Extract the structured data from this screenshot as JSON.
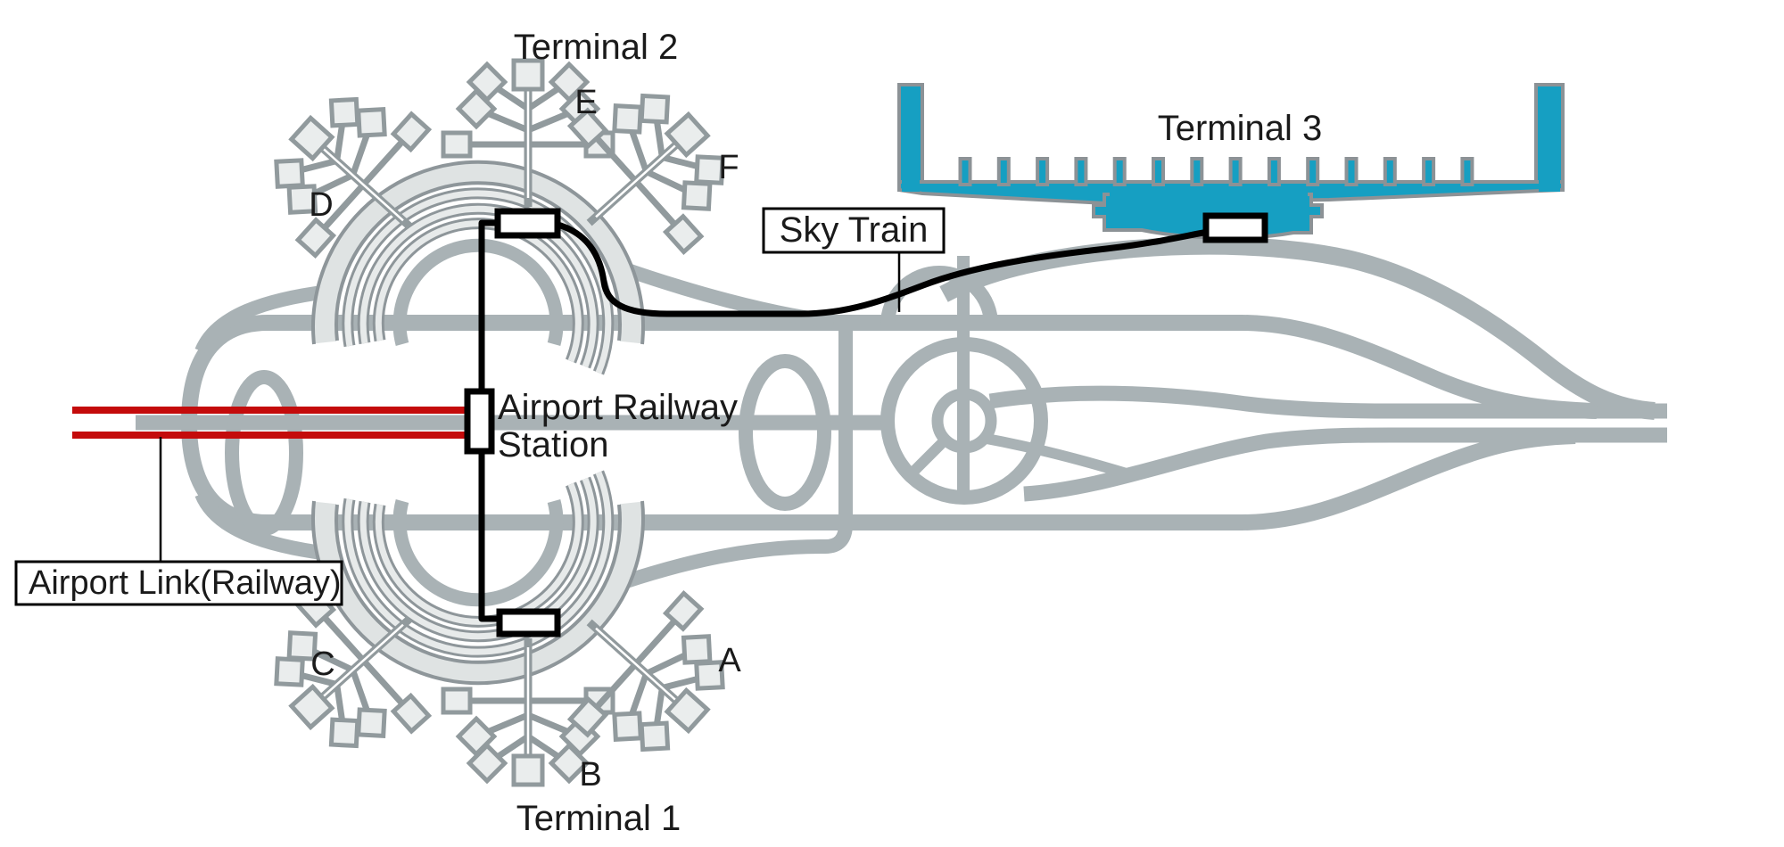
{
  "map": {
    "terminals": {
      "t1": "Terminal 1",
      "t2": "Terminal 2",
      "t3": "Terminal 3"
    },
    "concourses": {
      "a": "A",
      "b": "B",
      "c": "C",
      "d": "D",
      "e": "E",
      "f": "F"
    },
    "callouts": {
      "sky_train": "Sky Train",
      "airport_link": "Airport Link(Railway)"
    },
    "railway_station": {
      "line1": "Airport Railway",
      "line2": "Station"
    },
    "colors": {
      "road_gray": "#a9b2b5",
      "ring_band_light": "#dfe3e3",
      "outline_gray": "#8e969a",
      "terminal3_teal": "#169fc2",
      "railway_red": "#c40b0b",
      "sky_train_black": "#000000"
    }
  }
}
